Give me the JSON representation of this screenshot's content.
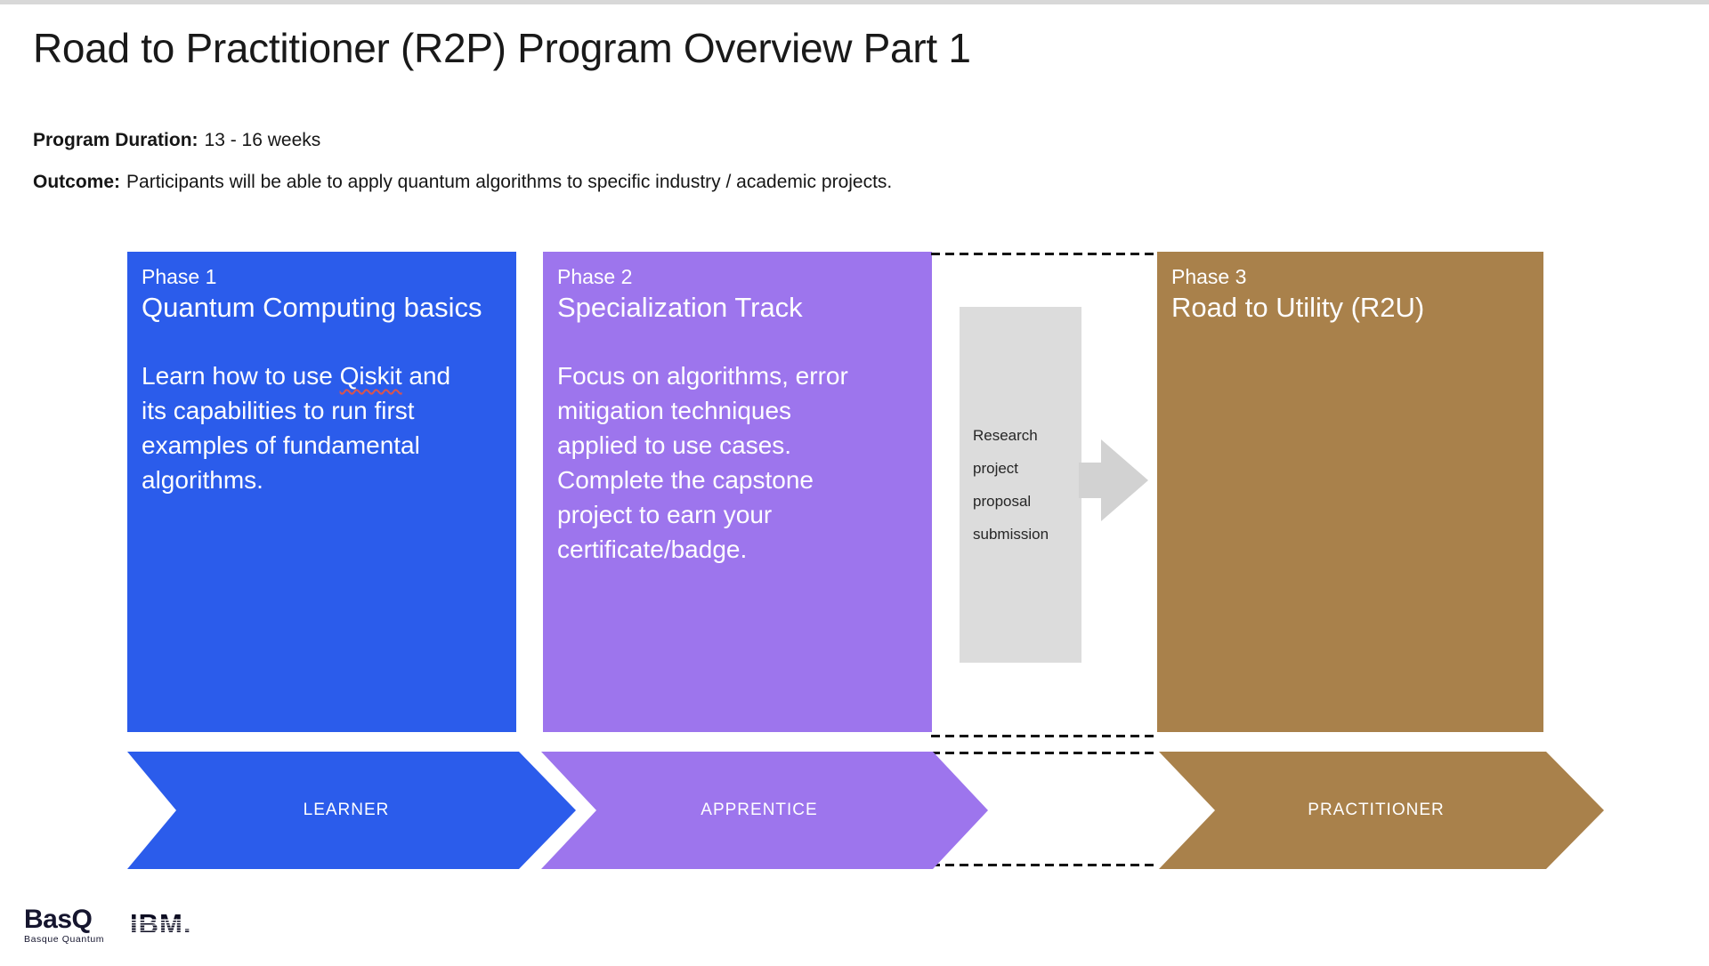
{
  "page": {
    "top_bar_color": "#d8d8d8",
    "background_color": "#ffffff",
    "dash_color": "#141414"
  },
  "header": {
    "title": "Road to Practitioner (R2P) Program Overview Part 1"
  },
  "meta": {
    "duration_label": "Program Duration:",
    "duration_value": "13 - 16 weeks",
    "outcome_label": "Outcome:",
    "outcome_value": "Participants will be able to apply quantum algorithms to specific industry / academic projects."
  },
  "phases": [
    {
      "label": "Phase 1",
      "title": "Quantum Computing basics",
      "desc_line1_pre": "Learn how to use ",
      "desc_line1_word": "Qiskit",
      "desc_line1_post": " and",
      "desc_rest_lines": [
        "its capabilities to run first",
        "examples of fundamental",
        "algorithms."
      ],
      "color": "#2b5ceb"
    },
    {
      "label": "Phase 2",
      "title": "Specialization Track",
      "desc_lines": [
        "Focus on algorithms, error",
        "mitigation techniques",
        "applied to use cases.",
        "Complete the capstone",
        "project to earn your",
        "certificate/badge."
      ],
      "color": "#9d75ed"
    },
    {
      "label": "Phase 3",
      "title": "Road to Utility (R2U)",
      "color": "#a9814b"
    }
  ],
  "research_note": {
    "lines": [
      "Research",
      "project",
      "proposal",
      "submission"
    ],
    "box_color": "#dcdcdc",
    "arrow_color": "#d2d2d2"
  },
  "milestones": [
    {
      "label": "LEARNER",
      "color": "#2b5ceb"
    },
    {
      "label": "APPRENTICE",
      "color": "#9d75ed"
    },
    {
      "label": "PRACTITIONER",
      "color": "#a9814b"
    }
  ],
  "footer": {
    "basq_name": "BasQ",
    "basq_sub": "Basque Quantum",
    "ibm_wordmark": "IBM.",
    "logo_color": "#15152e"
  }
}
